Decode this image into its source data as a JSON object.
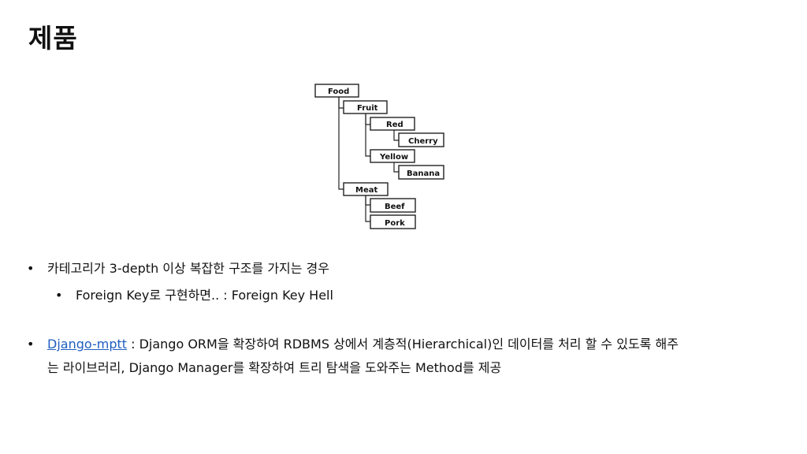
{
  "title": "제품",
  "tree": {
    "nodes": {
      "food": "Food",
      "fruit": "Fruit",
      "red": "Red",
      "cherry": "Cherry",
      "yellow": "Yellow",
      "banana": "Banana",
      "meat": "Meat",
      "beef": "Beef",
      "pork": "Pork"
    }
  },
  "bullets": {
    "first": {
      "marker": "•",
      "text": "카테고리가 3-depth 이상 복잡한 구조를 가지는 경우",
      "sub": {
        "marker": "•",
        "text": "Foreign Key로 구현하면.. : Foreign Key Hell"
      }
    },
    "second": {
      "marker": "•",
      "link_text": "Django-mptt",
      "text_line1": " : Django ORM을 확장하여 RDBMS 상에서 계층적(Hierarchical)인 데이터를 처리 할 수 있도록 해주",
      "text_line2": "는 라이브러리, Django Manager를 확장하여 트리 탐색을 도와주는 Method를 제공"
    }
  }
}
